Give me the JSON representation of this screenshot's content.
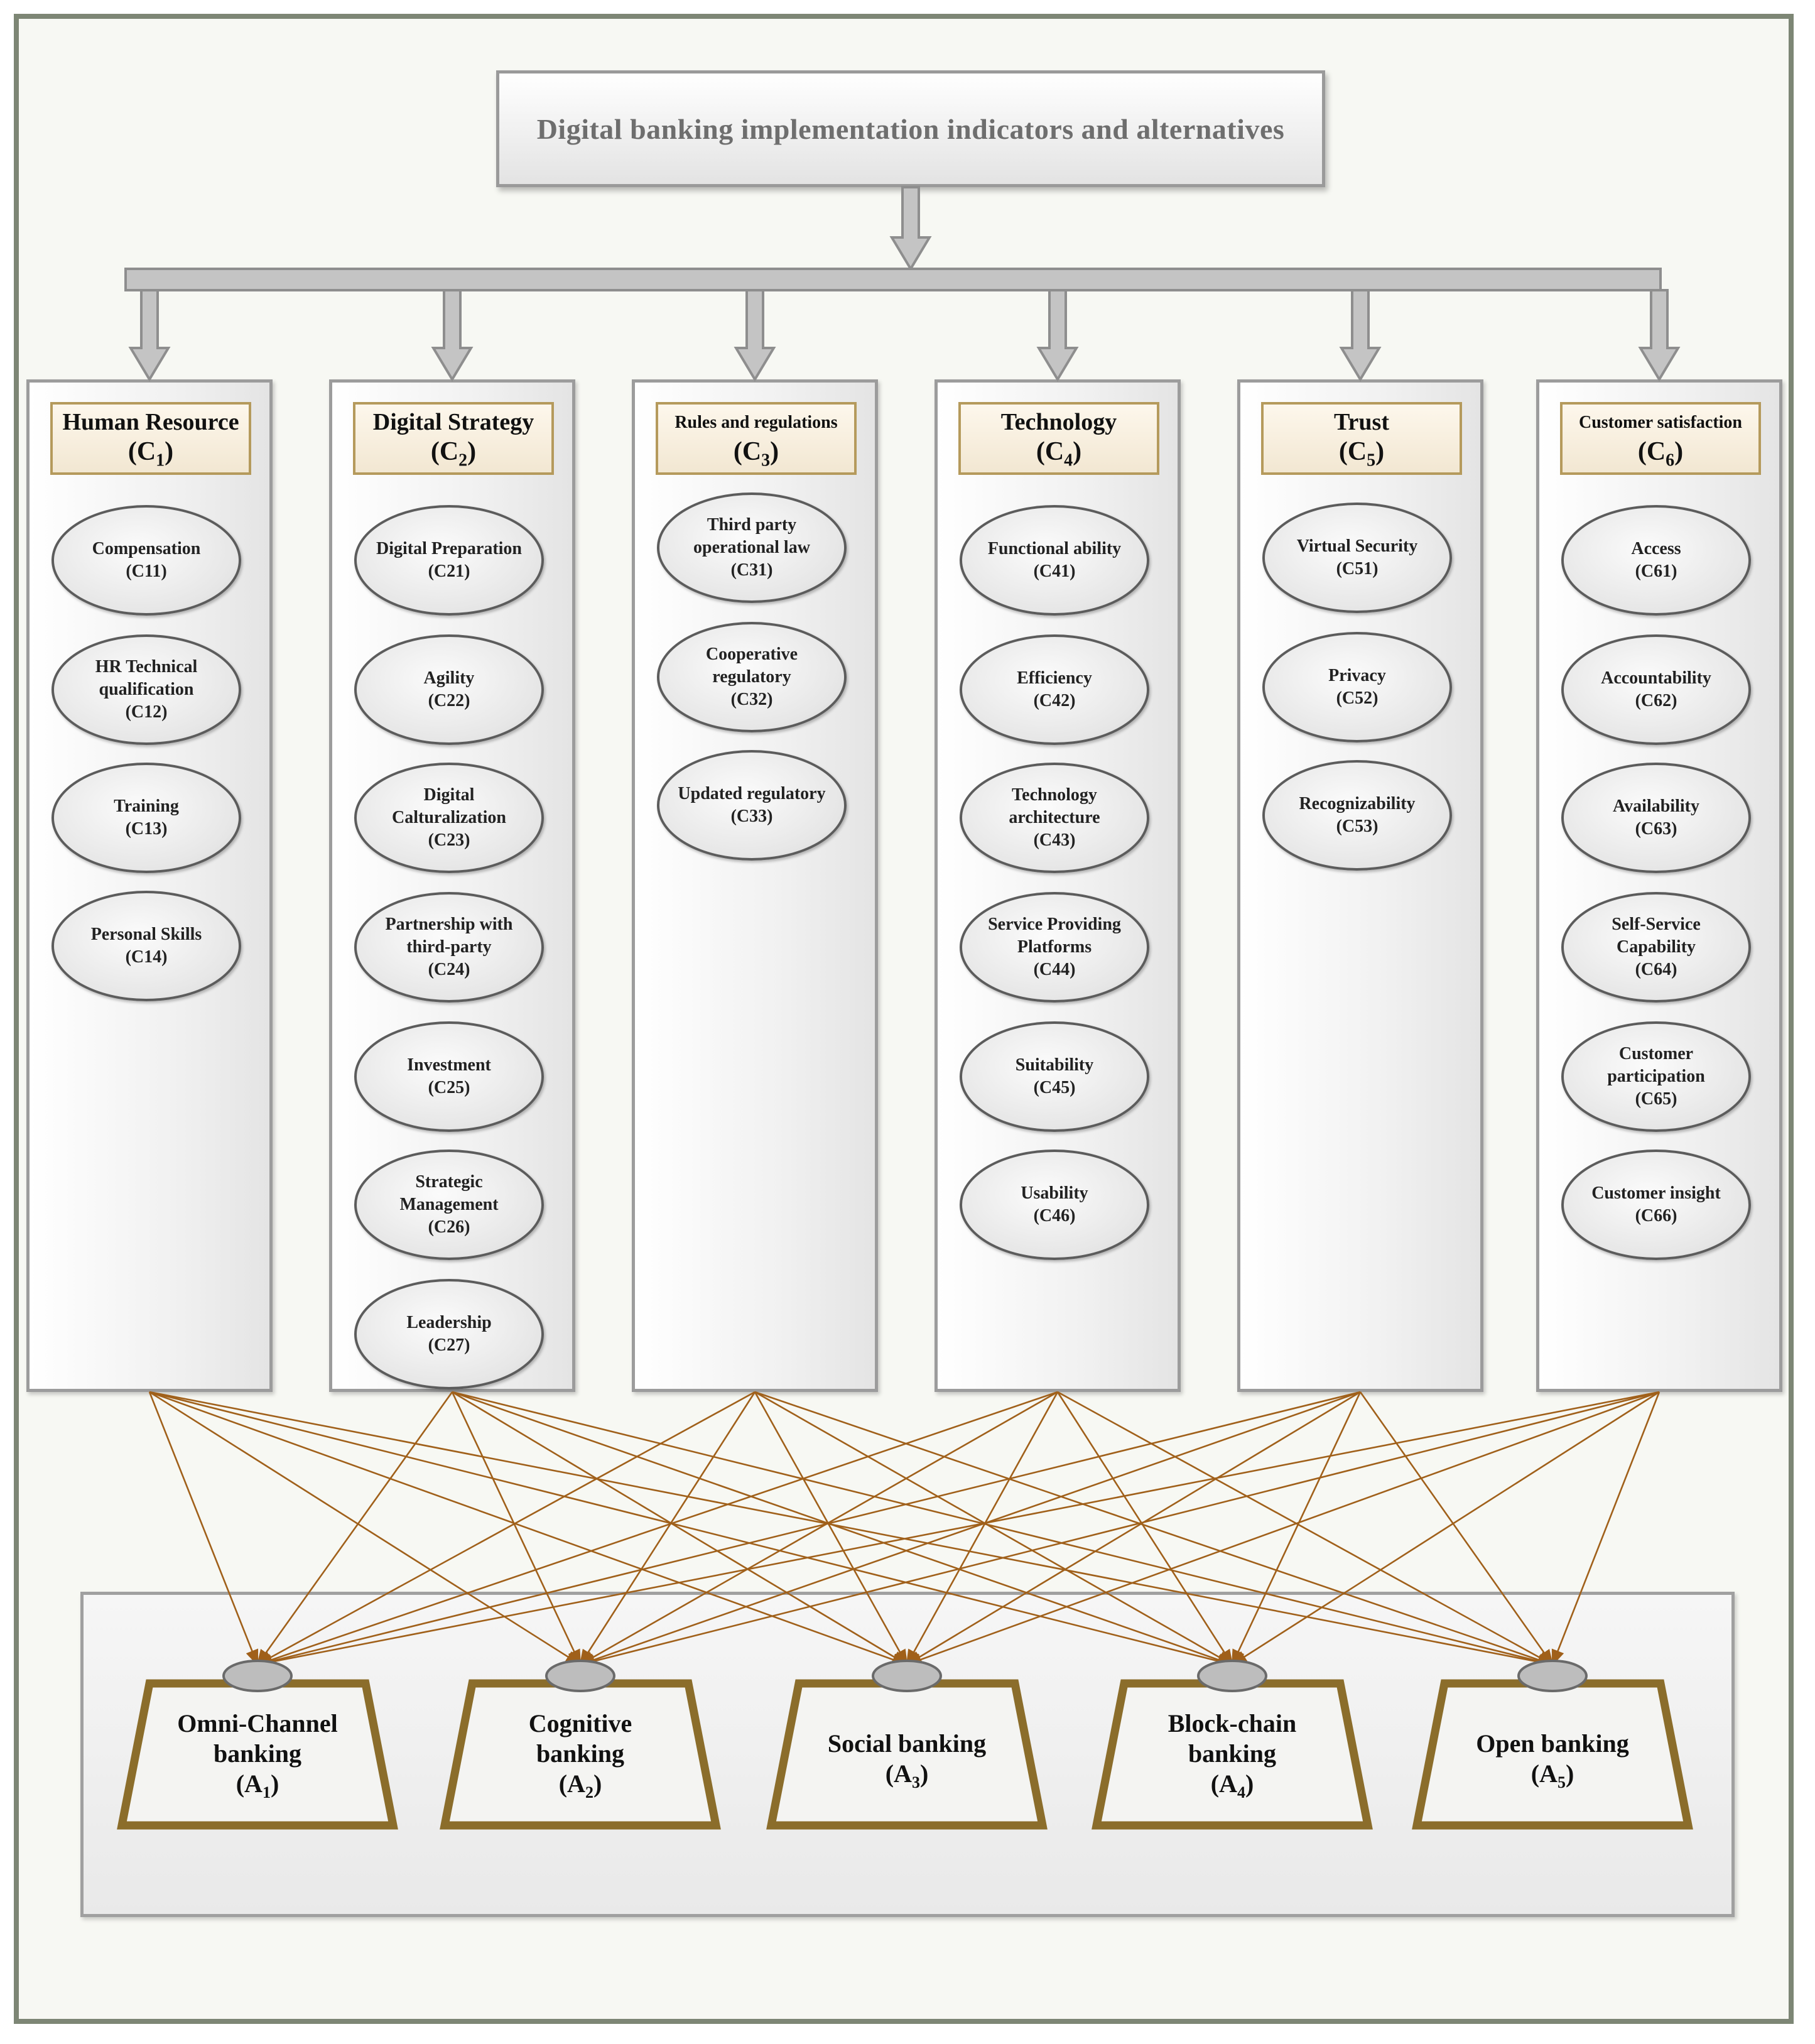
{
  "title": "Digital banking implementation indicators and alternatives",
  "criteria": [
    {
      "name": "Human Resource",
      "code": "C",
      "sub": "1",
      "items": [
        [
          "Compensation",
          "(C11)"
        ],
        [
          "HR Technical qualification",
          "(C12)"
        ],
        [
          "Training",
          "(C13)"
        ],
        [
          "Personal Skills",
          "(C14)"
        ]
      ]
    },
    {
      "name": "Digital Strategy",
      "code": "C",
      "sub": "2",
      "items": [
        [
          "Digital Preparation",
          "(C21)"
        ],
        [
          "Agility",
          "(C22)"
        ],
        [
          "Digital Calturalization",
          "(C23)"
        ],
        [
          "Partnership with third-party",
          "(C24)"
        ],
        [
          "Investment",
          "(C25)"
        ],
        [
          "Strategic Management",
          "(C26)"
        ],
        [
          "Leadership",
          "(C27)"
        ]
      ]
    },
    {
      "name": "Rules and regulations",
      "code": "C",
      "sub": "3",
      "items": [
        [
          "Third party operational law",
          "(C31)"
        ],
        [
          "Cooperative regulatory",
          "(C32)"
        ],
        [
          "Updated regulatory",
          "(C33)"
        ]
      ]
    },
    {
      "name": "Technology",
      "code": "C",
      "sub": "4",
      "items": [
        [
          "Functional ability",
          "(C41)"
        ],
        [
          "Efficiency",
          "(C42)"
        ],
        [
          "Technology architecture",
          "(C43)"
        ],
        [
          "Service Providing Platforms",
          "(C44)"
        ],
        [
          "Suitability",
          "(C45)"
        ],
        [
          "Usability",
          "(C46)"
        ]
      ]
    },
    {
      "name": "Trust",
      "code": "C",
      "sub": "5",
      "items": [
        [
          "Virtual Security",
          "(C51)"
        ],
        [
          "Privacy",
          "(C52)"
        ],
        [
          "Recognizability",
          "(C53)"
        ]
      ]
    },
    {
      "name": "Customer satisfaction",
      "code": "C",
      "sub": "6",
      "items": [
        [
          "Access",
          "(C61)"
        ],
        [
          "Accountability",
          "(C62)"
        ],
        [
          "Availability",
          "(C63)"
        ],
        [
          "Self-Service Capability",
          "(C64)"
        ],
        [
          "Customer participation",
          "(C65)"
        ],
        [
          "Customer insight",
          "(C66)"
        ]
      ]
    }
  ],
  "alternatives": [
    {
      "name": "Omni-Channel banking",
      "code": "A",
      "sub": "1"
    },
    {
      "name": "Cognitive banking",
      "code": "A",
      "sub": "2"
    },
    {
      "name": "Social banking",
      "code": "A",
      "sub": "3"
    },
    {
      "name": "Block-chain banking",
      "code": "A",
      "sub": "4"
    },
    {
      "name": "Open banking",
      "code": "A",
      "sub": "5"
    }
  ],
  "colors": {
    "frame": "#7d8675",
    "header_border": "#b59a5c",
    "alt_border": "#8b6d2b",
    "link": "#a0601a",
    "arrow": "#a3a3a3"
  }
}
